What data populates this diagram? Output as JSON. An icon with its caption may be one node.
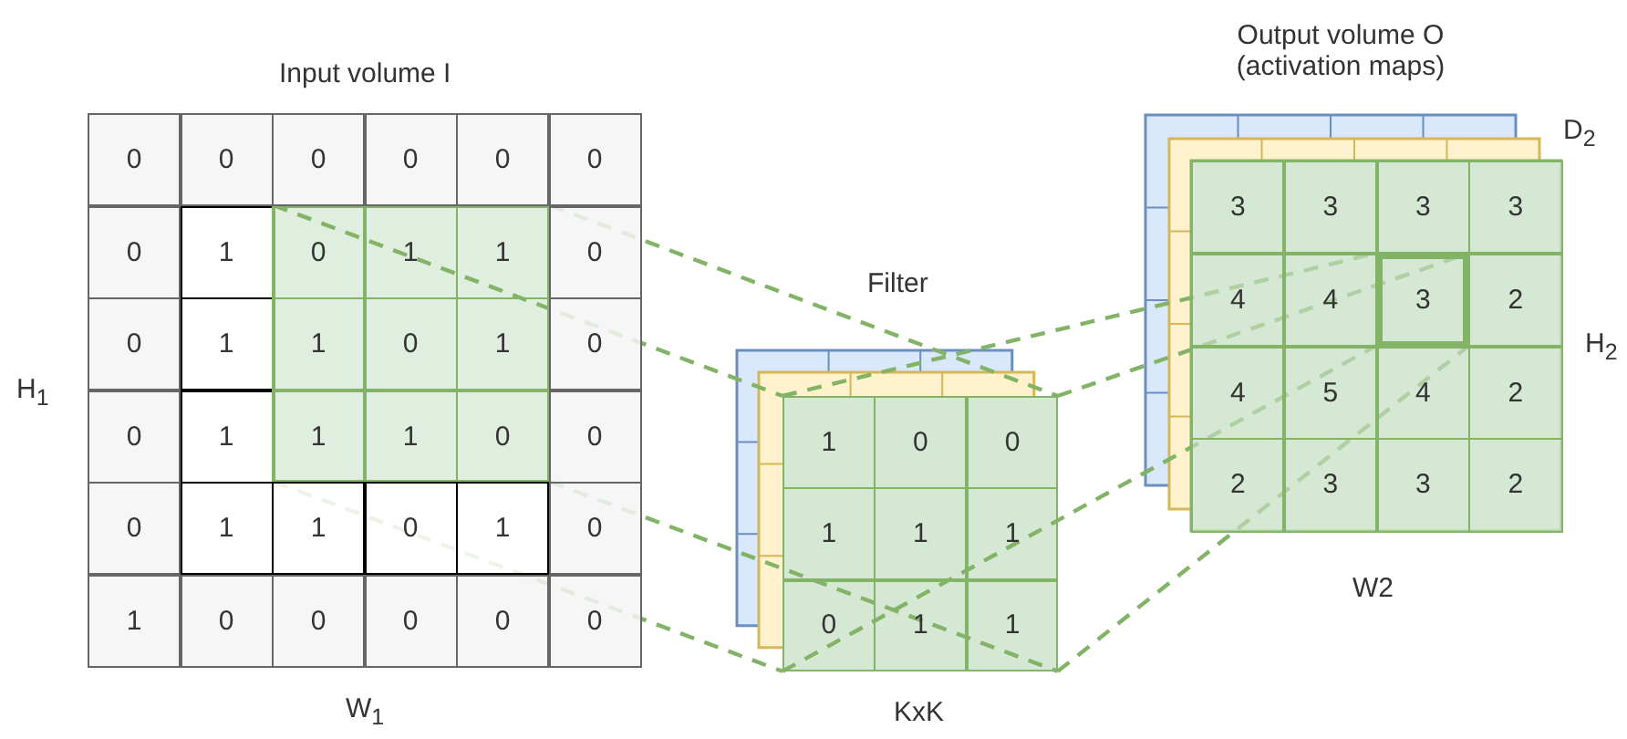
{
  "diagram": {
    "nodes": [
      {
        "text": [],
        "shape": "box"
      },
      {
        "text": [],
        "shape": "box"
      },
      {
        "text": [],
        "shape": "box"
      }
    ],
    "edges": [
      {
        "from": 0,
        "to": 1,
        "arrow": "none",
        "style": "dashed"
      },
      {
        "from": 0,
        "to": 1,
        "arrow": "none",
        "style": "dashed"
      },
      {
        "from": 0,
        "to": 1,
        "arrow": "none",
        "style": "dashed"
      },
      {
        "from": 0,
        "to": 1,
        "arrow": "none",
        "style": "dashed"
      },
      {
        "from": 1,
        "to": 2,
        "arrow": "none",
        "style": "dashed"
      },
      {
        "from": 1,
        "to": 2,
        "arrow": "none",
        "style": "dashed"
      },
      {
        "from": 1,
        "to": 2,
        "arrow": "none",
        "style": "dashed"
      },
      {
        "from": 1,
        "to": 2,
        "arrow": "none",
        "style": "dashed"
      }
    ],
    "labels": [
      "Input volume I",
      "0",
      "0",
      "0",
      "0",
      "0",
      "0",
      "0",
      "1",
      "0",
      "1",
      "1",
      "0",
      "0",
      "1",
      "1",
      "0",
      "1",
      "0",
      "0",
      "1",
      "1",
      "1",
      "0",
      "0",
      "0",
      "1",
      "1",
      "0",
      "1",
      "0",
      "1",
      "0",
      "0",
      "0",
      "0",
      "0",
      "H$_{1}$",
      "W$_{1}$",
      "Filter",
      "1",
      "0",
      "0",
      "1",
      "1",
      "1",
      "0",
      "1",
      "1",
      "KxK",
      "Output volume O (activation maps)",
      "D$_{2}$",
      "3",
      "3",
      "3",
      "3",
      "4",
      "4",
      "3",
      "2",
      "4",
      "5",
      "4",
      "2",
      "2",
      "3",
      "3",
      "2",
      "H$_{2}$",
      "W2"
    ]
  }
}
